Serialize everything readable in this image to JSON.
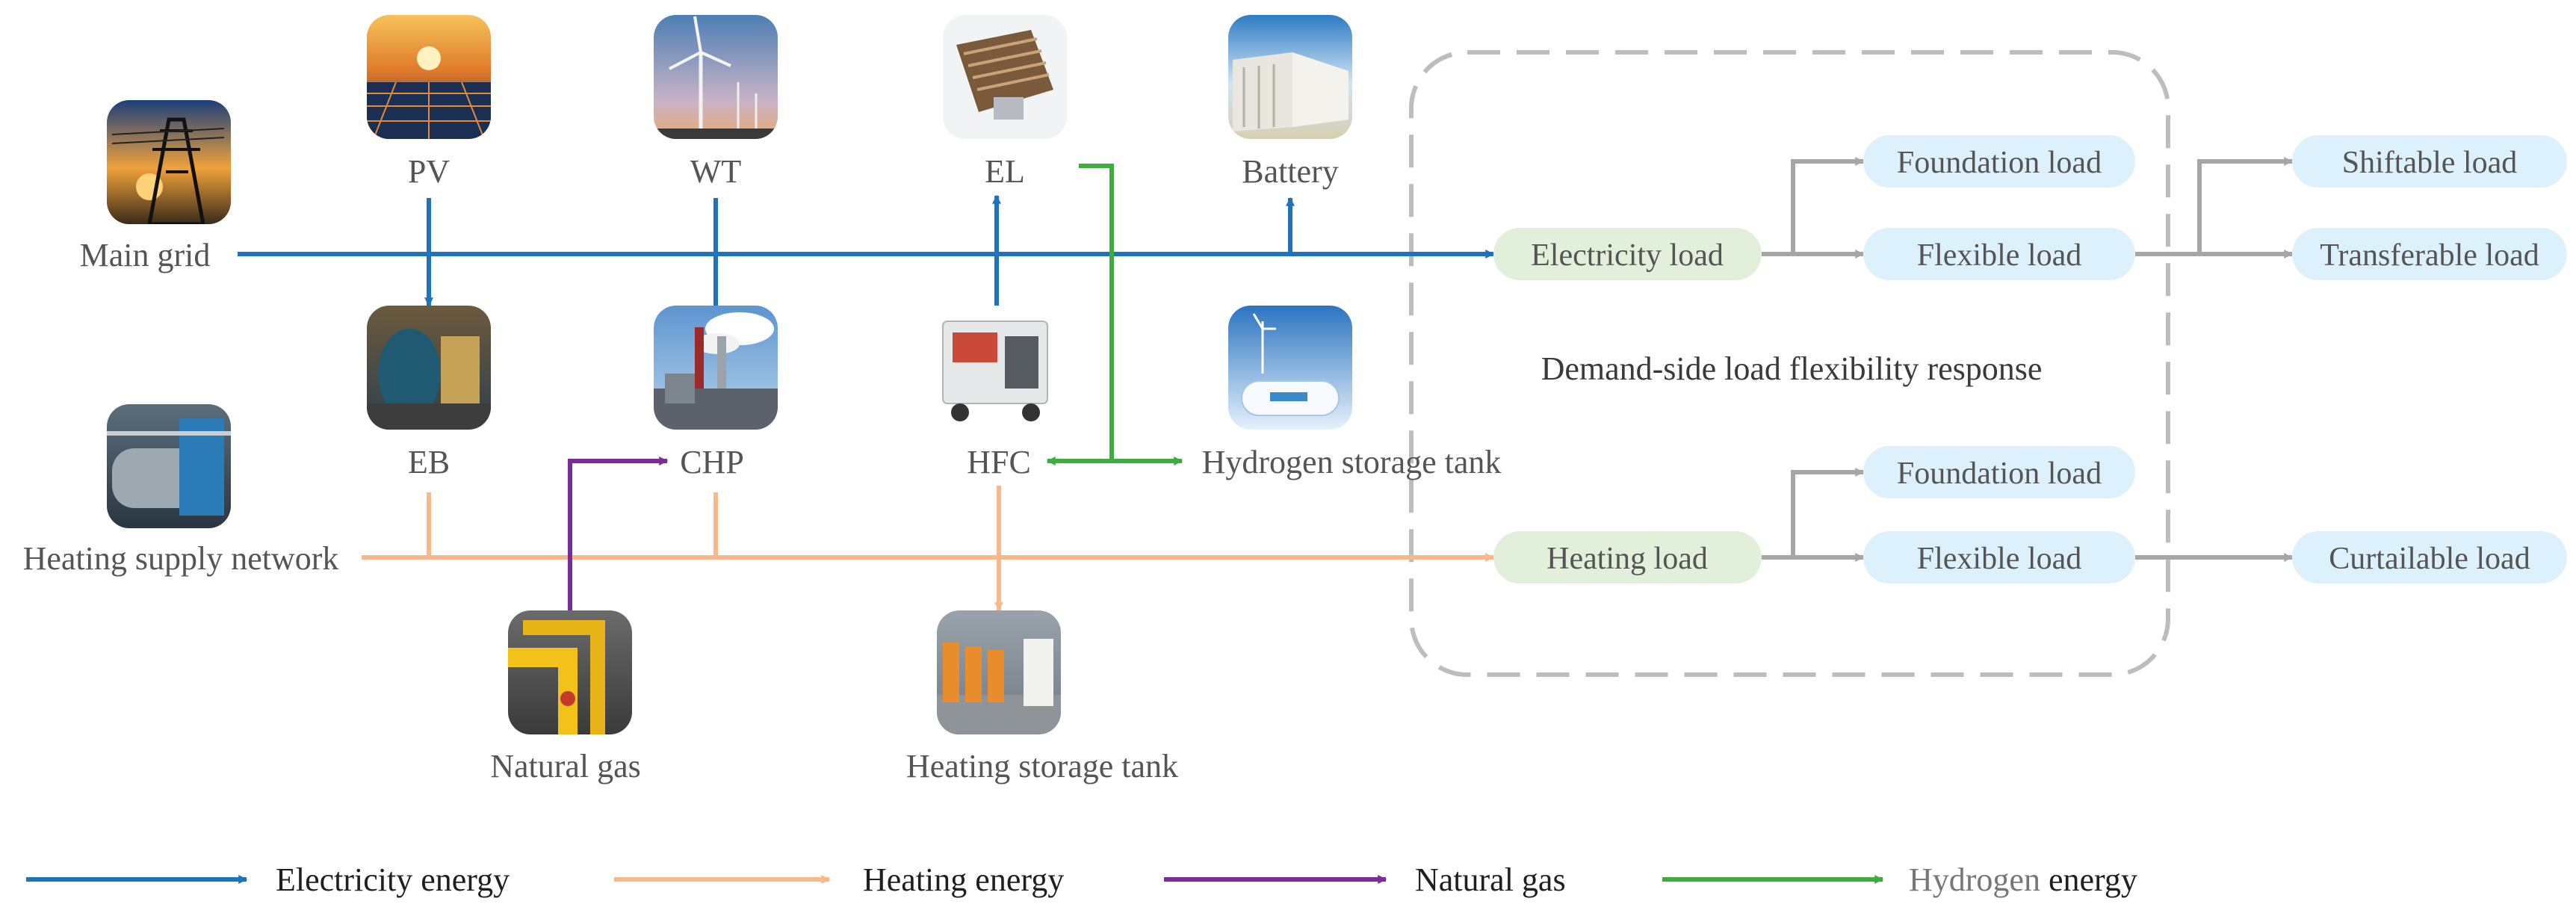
{
  "nodes": {
    "main_grid": "Main grid",
    "heating_network": "Heating supply network",
    "pv": "PV",
    "wt": "WT",
    "el": "EL",
    "battery": "Battery",
    "eb": "EB",
    "chp": "CHP",
    "hfc": "HFC",
    "h2_tank": "Hydrogen storage tank",
    "natural_gas": "Natural gas",
    "heat_tank": "Heating storage tank"
  },
  "demand": {
    "caption": "Demand-side load flexibility response",
    "electricity_load": "Electricity load",
    "heating_load": "Heating load",
    "elec_foundation": "Foundation load",
    "elec_flexible": "Flexible load",
    "heat_foundation": "Foundation load",
    "heat_flexible": "Flexible load",
    "shiftable": "Shiftable load",
    "transferable": "Transferable load",
    "curtailable": "Curtailable load"
  },
  "legend": {
    "electricity": "Electricity energy",
    "heating": "Heating energy",
    "gas": "Natural gas",
    "hydrogen_prefix": "Hydrogen",
    "hydrogen_suffix": " energy"
  },
  "colors": {
    "electricity": "#1f73bd",
    "heating": "#f7b98c",
    "gas": "#7b2c97",
    "hydrogen": "#3fac3f",
    "grey": "#a6a6a6",
    "green_pill": "#e2efda",
    "blue_pill": "#dcf1fb"
  },
  "icons": {
    "main_grid": "power-tower-photo",
    "pv": "solar-panel-photo",
    "wt": "wind-turbine-photo",
    "el": "electrolyzer-photo",
    "battery": "battery-container-photo",
    "eb": "electric-boiler-photo",
    "chp": "chp-plant-photo",
    "hfc": "fuel-cell-photo",
    "h2_tank": "hydrogen-tank-photo",
    "heating_network": "heating-station-photo",
    "natural_gas": "gas-pipeline-photo",
    "heat_tank": "heat-storage-photo"
  }
}
